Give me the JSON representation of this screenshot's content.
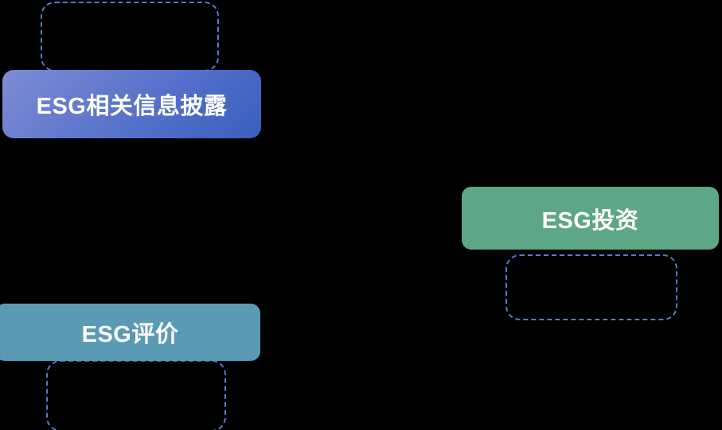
{
  "diagram": {
    "background_color": "#000000",
    "dashed_border_color": "#5a78cc",
    "nodes": [
      {
        "id": "disclosure",
        "label": "ESG相关信息披露",
        "fill": "#6a7ecf",
        "text_color": "#ffffff",
        "shape": "rounded-rectangle",
        "style": "gradient"
      },
      {
        "id": "investment",
        "label": "ESG投资",
        "fill": "#5da686",
        "text_color": "#ffffff",
        "shape": "rounded-rectangle",
        "style": "solid"
      },
      {
        "id": "rating",
        "label": "ESG评价",
        "fill": "#5b9ab4",
        "text_color": "#ffffff",
        "shape": "rounded-rectangle",
        "style": "solid"
      }
    ],
    "placeholders": [
      {
        "id": "top",
        "label": ""
      },
      {
        "id": "right",
        "label": ""
      },
      {
        "id": "bottom",
        "label": ""
      }
    ]
  }
}
